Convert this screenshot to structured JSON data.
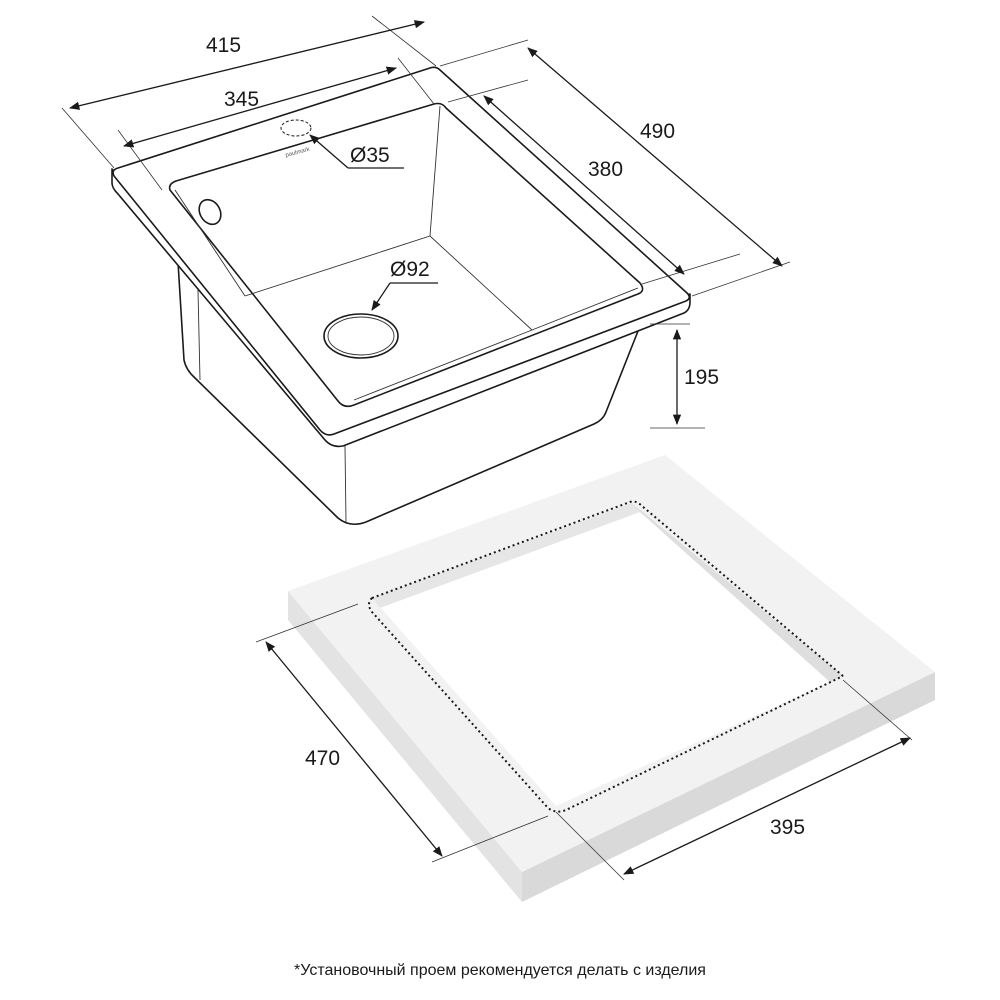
{
  "dimensions": {
    "width_outer": "415",
    "width_bowl": "345",
    "depth_outer": "490",
    "depth_bowl": "380",
    "drain_tap_hole": "Ø35",
    "drain_hole": "Ø92",
    "bowl_height": "195",
    "cutout_depth": "470",
    "cutout_width": "395"
  },
  "brand_mark": "paulmark",
  "footnote": "*Установочный проем рекомендуется делать с изделия",
  "colors": {
    "line": "#1a1a1a",
    "countertop_top": "#f2f2f2",
    "countertop_side": "#e3e3e3",
    "countertop_front": "#d9d9d9"
  }
}
